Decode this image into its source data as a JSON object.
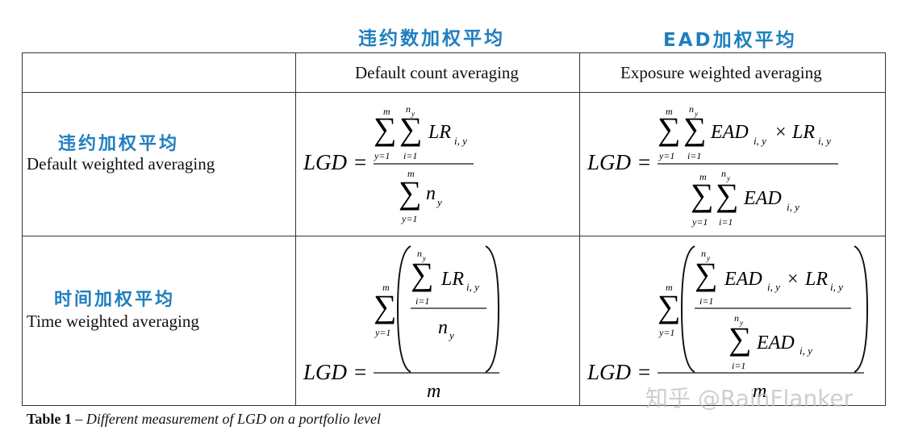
{
  "headers_cn": {
    "col1": "违约数加权平均",
    "col2": "EAD加权平均"
  },
  "headers_en": {
    "col1": "Default count averaging",
    "col2": "Exposure weighted averaging"
  },
  "rows": [
    {
      "cn": "违约加权平均",
      "en": "Default weighted averaging"
    },
    {
      "cn": "时间加权平均",
      "en": "Time weighted averaging"
    }
  ],
  "formulas": {
    "lgd": "LGD",
    "eq": "=",
    "lr": "LR",
    "ead": "EAD",
    "times": "×",
    "sub_iy": "i, y",
    "m": "m",
    "n": "n",
    "y": "y",
    "y1": "y=1",
    "i1": "i=1"
  },
  "caption": {
    "bold": "Table 1",
    "dash": " – ",
    "italic": "Different measurement of LGD on a portfolio level"
  },
  "watermark": "知乎 @RainFlanker"
}
